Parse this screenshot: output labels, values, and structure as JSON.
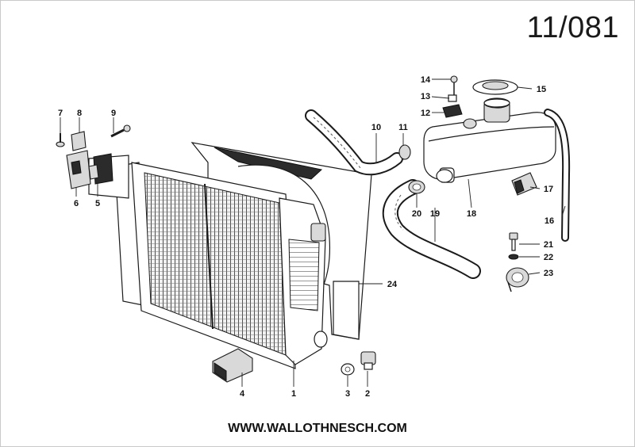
{
  "page_number": "11/081",
  "website": "WWW.WALLOTHNESCH.COM",
  "callouts": [
    {
      "id": "1",
      "label": "1"
    },
    {
      "id": "2",
      "label": "2"
    },
    {
      "id": "3",
      "label": "3"
    },
    {
      "id": "4",
      "label": "4"
    },
    {
      "id": "5",
      "label": "5"
    },
    {
      "id": "6",
      "label": "6"
    },
    {
      "id": "7",
      "label": "7"
    },
    {
      "id": "8",
      "label": "8"
    },
    {
      "id": "9",
      "label": "9"
    },
    {
      "id": "10",
      "label": "10"
    },
    {
      "id": "11",
      "label": "11"
    },
    {
      "id": "12",
      "label": "12"
    },
    {
      "id": "13",
      "label": "13"
    },
    {
      "id": "14",
      "label": "14"
    },
    {
      "id": "15",
      "label": "15"
    },
    {
      "id": "16",
      "label": "16"
    },
    {
      "id": "17",
      "label": "17"
    },
    {
      "id": "18",
      "label": "18"
    },
    {
      "id": "19",
      "label": "19"
    },
    {
      "id": "20",
      "label": "20"
    },
    {
      "id": "21",
      "label": "21"
    },
    {
      "id": "22",
      "label": "22"
    },
    {
      "id": "23",
      "label": "23"
    },
    {
      "id": "24",
      "label": "24"
    }
  ]
}
